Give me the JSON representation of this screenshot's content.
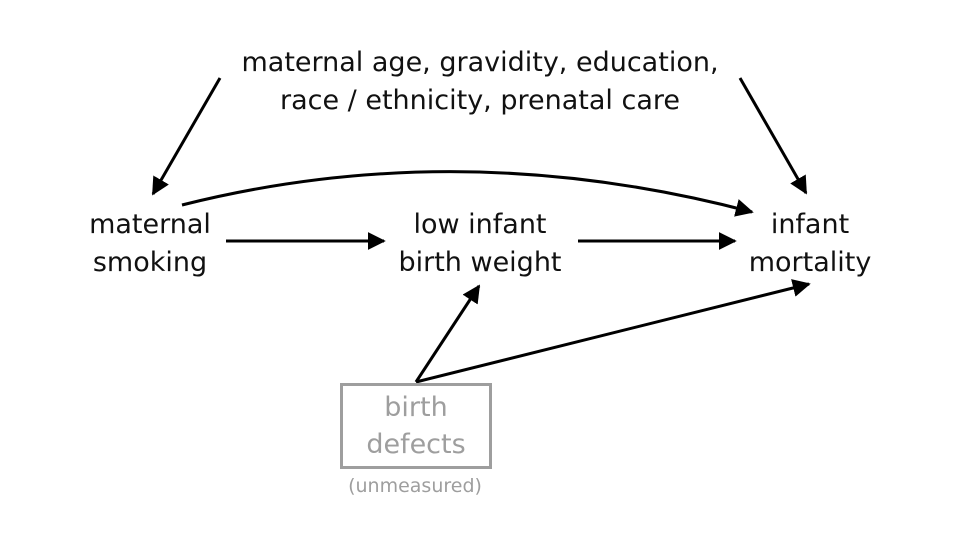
{
  "nodes": {
    "confounders": {
      "line1": "maternal age, gravidity, education,",
      "line2": "race / ethnicity, prenatal care"
    },
    "smoking": {
      "line1": "maternal",
      "line2": "smoking"
    },
    "low_birth_weight": {
      "line1": "low infant",
      "line2": "birth weight"
    },
    "mortality": {
      "line1": "infant",
      "line2": "mortality"
    },
    "birth_defects": {
      "line1": "birth",
      "line2": "defects",
      "note": "(unmeasured)"
    }
  },
  "colors": {
    "text": "#111111",
    "arrow": "#000000",
    "unmeasured": "#9e9e9e"
  }
}
